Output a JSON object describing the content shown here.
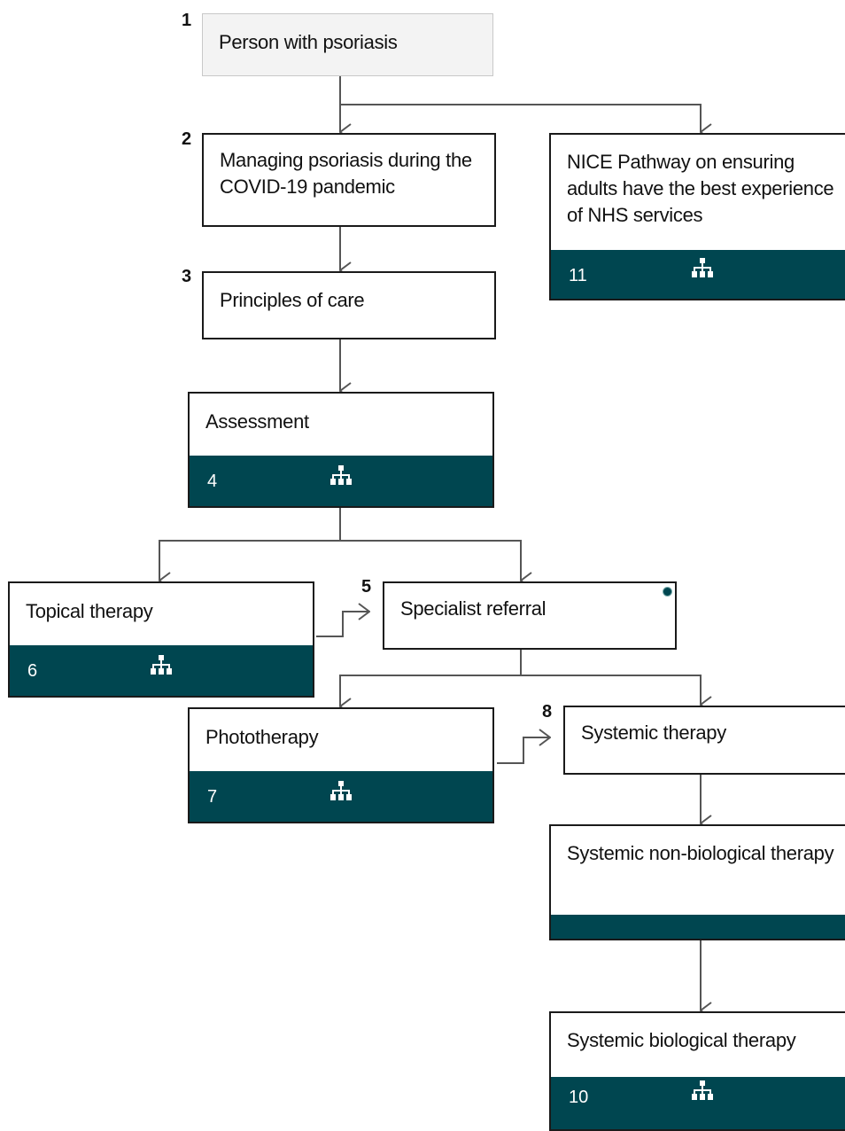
{
  "diagram": {
    "colors": {
      "band": "#004650",
      "line": "#555555",
      "border": "#1a1a1a",
      "start_fill": "#f3f3f3"
    },
    "nodes": [
      {
        "id": "n1",
        "step": "1",
        "label": "Person with psoriasis"
      },
      {
        "id": "n2",
        "step": "2",
        "label": "Managing psoriasis during the COVID-19 pandemic"
      },
      {
        "id": "n11",
        "label": "NICE Pathway on ensuring adults have the best experience of NHS services",
        "band_number": "11",
        "band_icon": "sitemap-icon"
      },
      {
        "id": "n3",
        "step": "3",
        "label": "Principles of care"
      },
      {
        "id": "n4",
        "label": "Assessment",
        "band_number": "4",
        "band_icon": "sitemap-icon"
      },
      {
        "id": "n6",
        "label": "Topical therapy",
        "band_number": "6",
        "band_icon": "sitemap-icon"
      },
      {
        "id": "n5",
        "step": "5",
        "label": "Specialist referral",
        "marker": "info-dot-icon"
      },
      {
        "id": "n7",
        "label": "Phototherapy",
        "band_number": "7",
        "band_icon": "sitemap-icon"
      },
      {
        "id": "n8",
        "step": "8",
        "label": "Systemic therapy"
      },
      {
        "id": "n9",
        "label": "Systemic non-biological therapy"
      },
      {
        "id": "n10",
        "label": "Systemic biological therapy",
        "band_number": "10",
        "band_icon": "sitemap-icon"
      }
    ]
  }
}
